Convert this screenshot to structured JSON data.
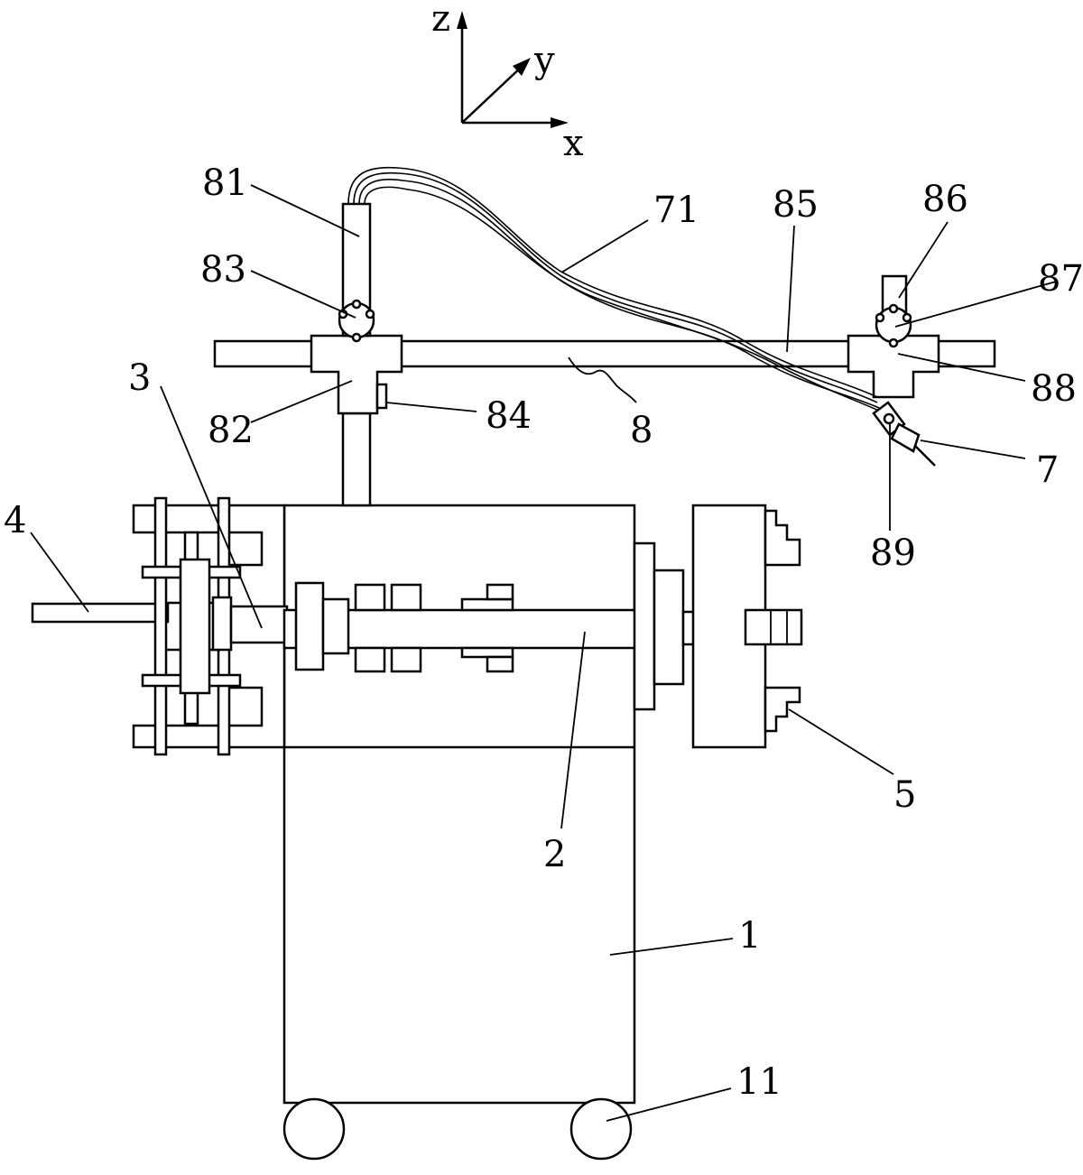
{
  "axes": {
    "z": "z",
    "y": "y",
    "x": "x"
  },
  "labels": {
    "l81": "81",
    "l83": "83",
    "l82": "82",
    "l84": "84",
    "l71": "71",
    "l85": "85",
    "l86": "86",
    "l87": "87",
    "l88": "88",
    "l8": "8",
    "l7": "7",
    "l89": "89",
    "l3": "3",
    "l4": "4",
    "l2": "2",
    "l5": "5",
    "l1": "1",
    "l11": "11"
  }
}
